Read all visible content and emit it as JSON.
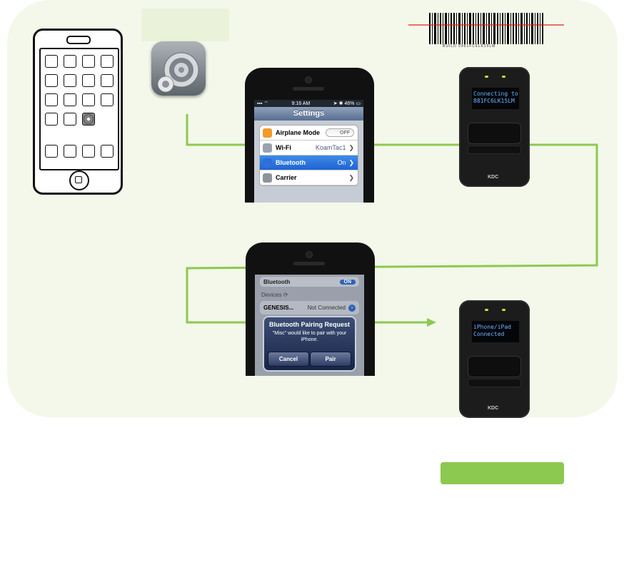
{
  "settings_screen": {
    "status_time": "9:16 AM",
    "status_battery": "46%",
    "title": "Settings",
    "rows": [
      {
        "label": "Airplane Mode",
        "value": "OFF",
        "kind": "toggle",
        "icon_color": "#f09a2a"
      },
      {
        "label": "Wi-Fi",
        "value": "KoamTac1",
        "kind": "chevron",
        "icon_color": "#9aa3ad"
      },
      {
        "label": "Bluetooth",
        "value": "On",
        "kind": "chevron",
        "icon_color": "#2f6fd8",
        "selected": true
      },
      {
        "label": "Carrier",
        "value": "",
        "kind": "chevron",
        "icon_color": "#8c939b"
      }
    ]
  },
  "pairing_screen": {
    "bluetooth_label": "Bluetooth",
    "bluetooth_toggle": "ON",
    "devices_label": "Devices",
    "device_name": "GENESIS...",
    "device_status": "Not Connected",
    "dialog_title": "Bluetooth Pairing Request",
    "dialog_message": "\"Misc\" would like to pair with your iPhone.",
    "cancel_label": "Cancel",
    "pair_label": "Pair"
  },
  "scanner_top": {
    "line1": "Connecting to",
    "line2": "881FC6LK15LM",
    "brand": "KDC"
  },
  "scanner_bottom": {
    "line1": "iPhone/iPad",
    "line2": "Connected",
    "brand": "KDC"
  },
  "barcode": {
    "text": "BUILD 0981FC6LK15LM"
  },
  "colors": {
    "flow_line": "#8cc950",
    "panel": "#f3f8ea",
    "scan_line": "#e0201a"
  }
}
